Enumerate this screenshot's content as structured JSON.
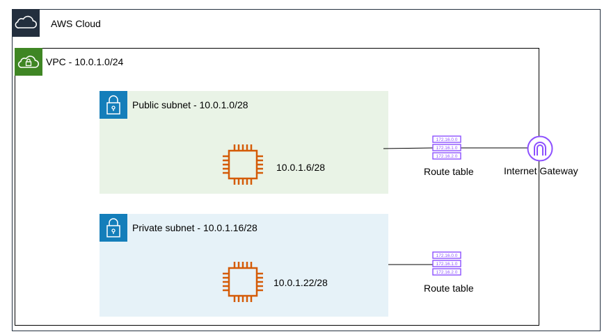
{
  "aws_cloud": {
    "label": "AWS Cloud",
    "icon": "cloud-icon",
    "color": "#232f3e"
  },
  "vpc": {
    "label": "VPC - 10.0.1.0/24",
    "icon": "vpc-cloud-lock-icon",
    "color": "#3f8624"
  },
  "public_subnet": {
    "label": "Public subnet - 10.0.1.0/28",
    "icon": "lock-icon",
    "badge_color": "#147eba",
    "bg_color": "#e9f3e6",
    "instance": {
      "icon": "ec2-instance-icon",
      "label": "10.0.1.6/28"
    }
  },
  "private_subnet": {
    "label": "Private subnet - 10.0.1.16/28",
    "icon": "lock-icon",
    "badge_color": "#147eba",
    "bg_color": "#e6f2f8",
    "instance": {
      "icon": "ec2-instance-icon",
      "label": "10.0.1.22/28"
    }
  },
  "route_tables": [
    {
      "label": "Route table",
      "entries": [
        "172.16.0.0",
        "172.16.1.0",
        "172.16.2.0"
      ]
    },
    {
      "label": "Route table",
      "entries": [
        "172.16.0.0",
        "172.16.1.0",
        "172.16.2.0"
      ]
    }
  ],
  "internet_gateway": {
    "label": "Internet Gateway",
    "icon": "internet-gateway-icon",
    "color": "#8c4fff"
  },
  "instance_color": "#d45b07"
}
